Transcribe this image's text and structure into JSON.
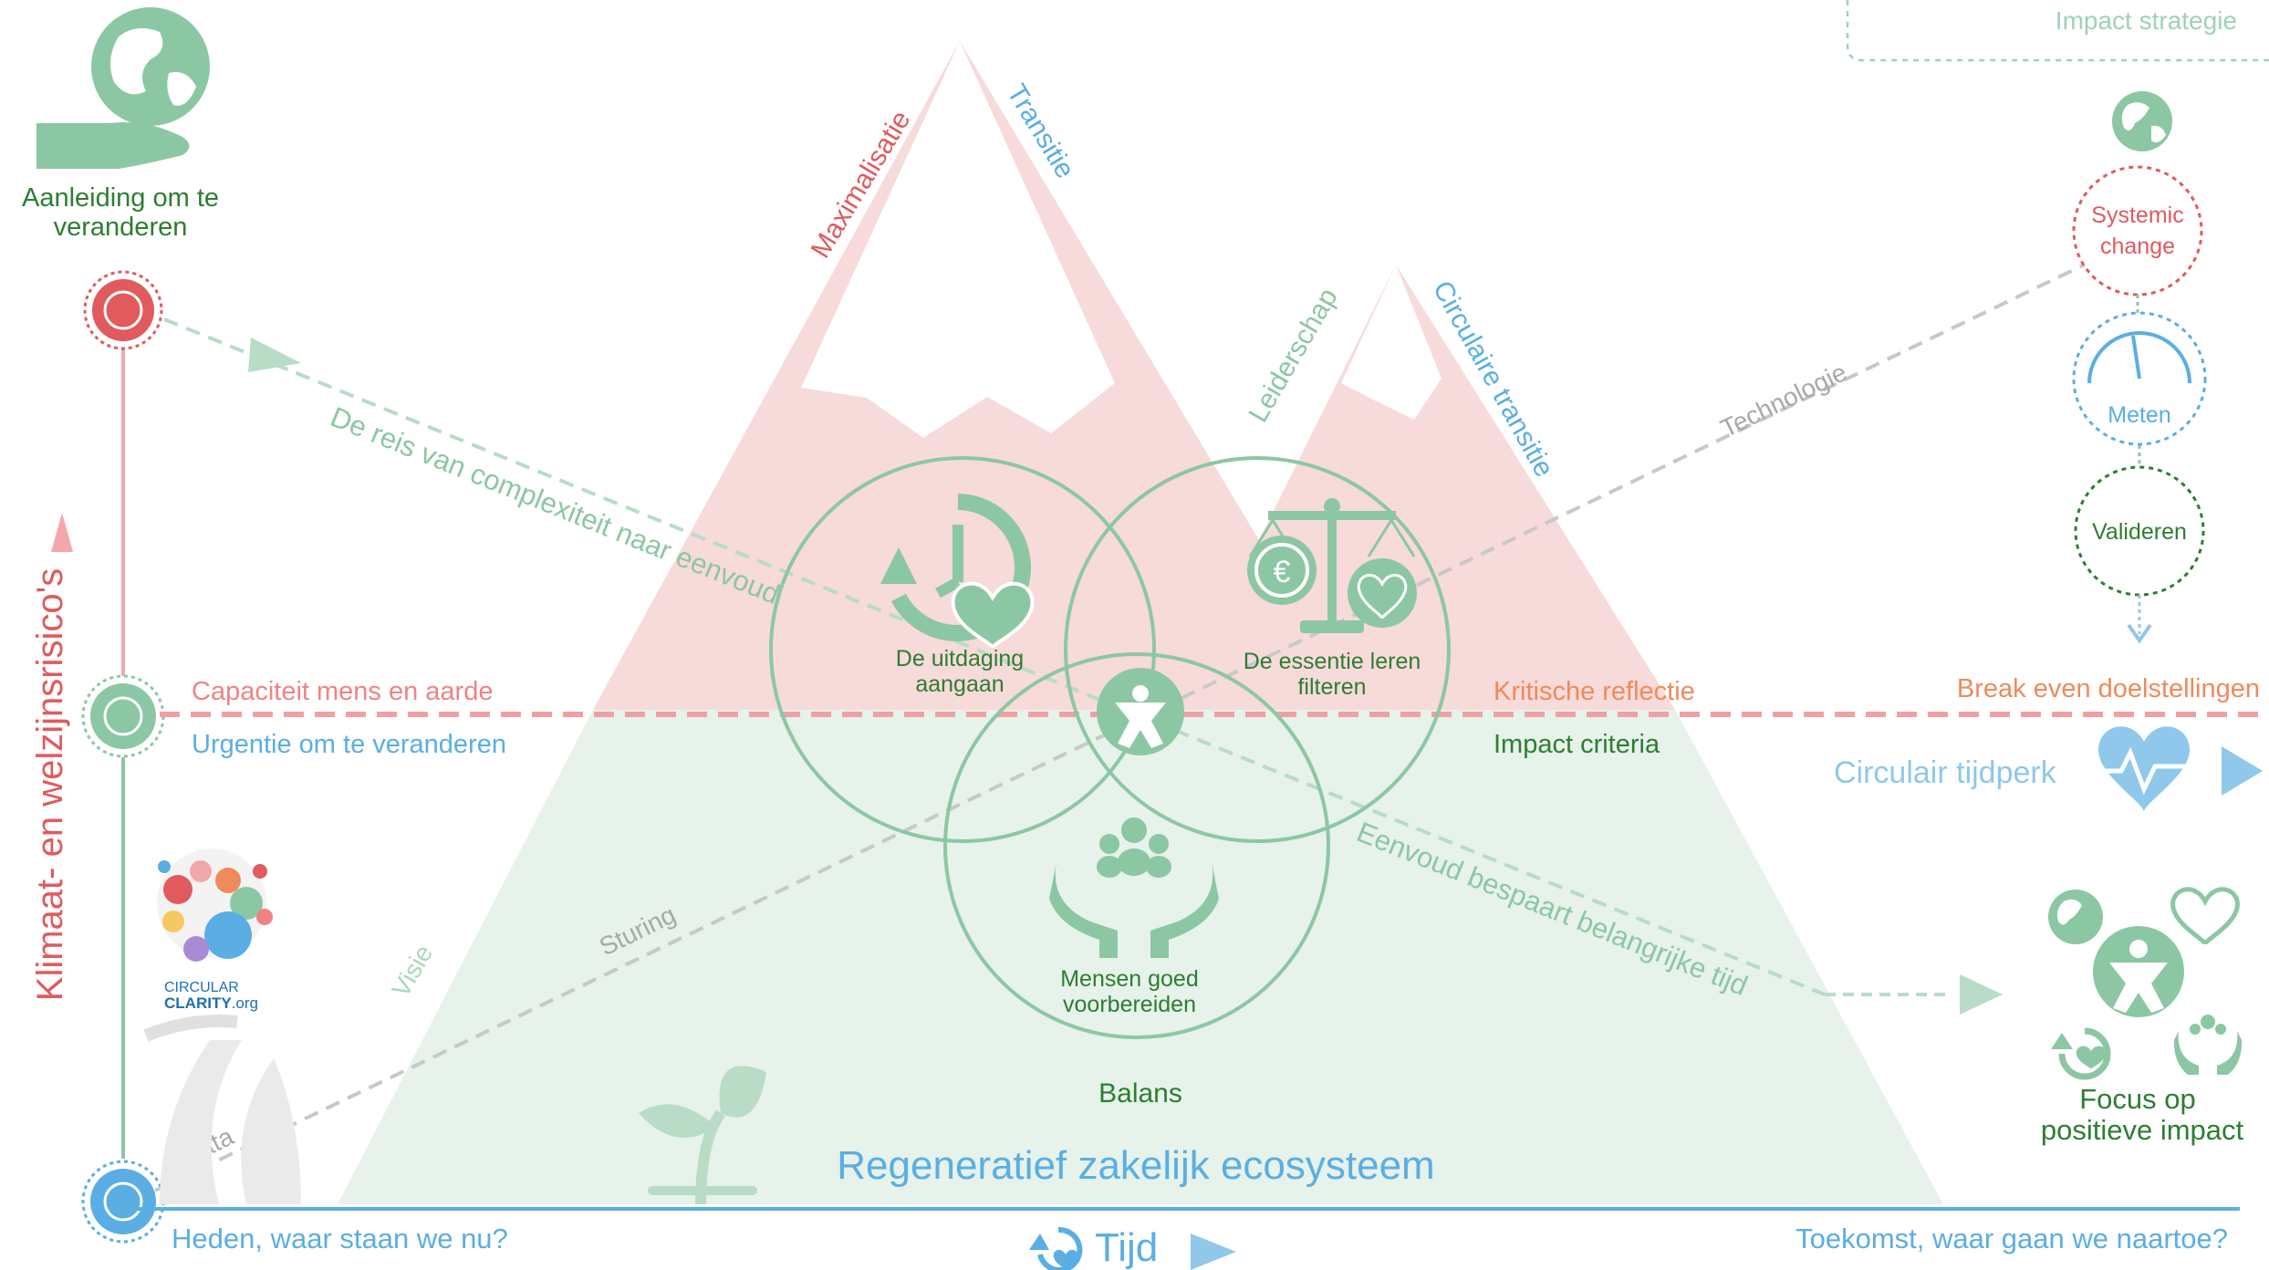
{
  "top_right_box": {
    "label": "Impact strategie"
  },
  "top_left": {
    "label_line1": "Aanleiding om te",
    "label_line2": "veranderen"
  },
  "left_axis": {
    "label": "Klimaat- en welzijnsrisico's"
  },
  "mountains": {
    "big_left": "Maximalisatie",
    "big_right": "Transitie",
    "small_left": "Leiderschap",
    "small_right": "Circulaire transitie"
  },
  "diagonals": {
    "journey": "De reis van complexiteit naar eenvoud",
    "saves_time": "Eenvoud bespaart belangrijke tijd",
    "technology": "Technologie",
    "steering": "Sturing",
    "data": "Data",
    "vision": "Visie"
  },
  "venn": {
    "left_line1": "De uitdaging",
    "left_line2": "aangaan",
    "right_line1": "De essentie leren",
    "right_line2": "filteren",
    "bottom_line1": "Mensen goed",
    "bottom_line2": "voorbereiden"
  },
  "threshold": {
    "capacity": "Capaciteit mens en aarde",
    "urgency": "Urgentie om te veranderen",
    "critical": "Kritische reflectie",
    "impact_criteria": "Impact criteria",
    "break_even": "Break even doelstellingen",
    "circular_era": "Circulair tijdperk"
  },
  "balance": "Balans",
  "ecosystem": "Regeneratief zakelijk ecosysteem",
  "right_chain": {
    "systemic_line1": "Systemic",
    "systemic_line2": "change",
    "measure": "Meten",
    "validate": "Valideren"
  },
  "focus": {
    "line1": "Focus op",
    "line2": "positieve impact"
  },
  "logo": {
    "line1": "CIRCULAR",
    "line2": "CLARITY",
    "line3": ".org"
  },
  "time_axis": {
    "left": "Heden, waar staan we nu?",
    "center": "Tijd",
    "right": "Toekomst, waar gaan we naartoe?"
  },
  "colors": {
    "green": "#8cc7a3",
    "dark_green": "#2e7d32",
    "red": "#e05a5e",
    "pink_fill": "#f7dada",
    "green_fill": "#e6f2ea",
    "blue": "#5aaee3",
    "light_blue": "#8fc8ea",
    "orange": "#ef8a5b",
    "gray": "#bdbdbd"
  }
}
